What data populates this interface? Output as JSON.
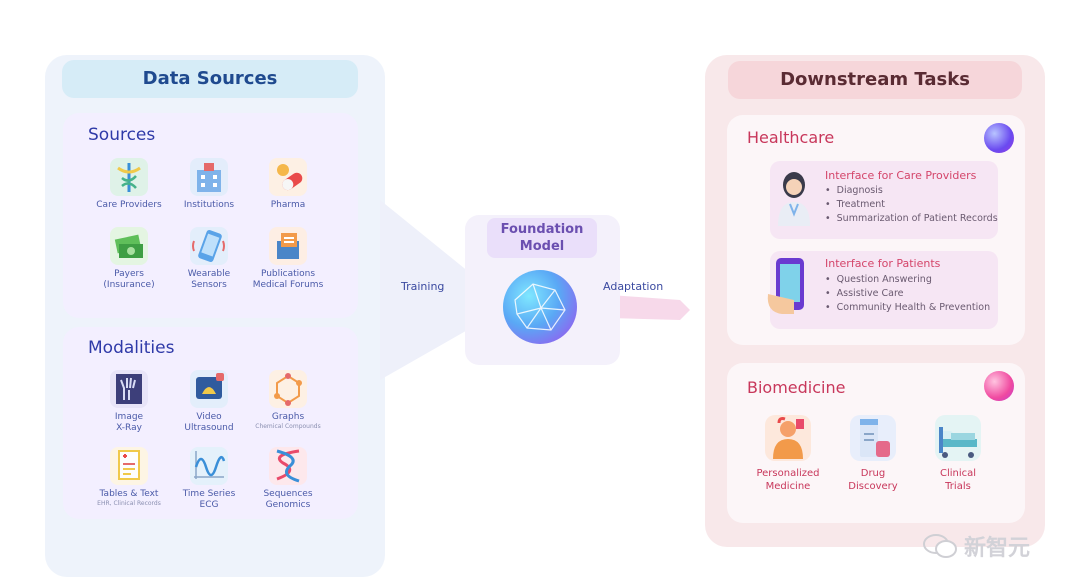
{
  "left": {
    "header": "Data Sources",
    "sources_title": "Sources",
    "sources": [
      {
        "label": "Care Providers",
        "icon": "caduceus-icon"
      },
      {
        "label": "Institutions",
        "icon": "hospital-icon"
      },
      {
        "label": "Pharma",
        "icon": "pill-icon"
      },
      {
        "label": "Payers",
        "sub": "(Insurance)",
        "icon": "money-icon"
      },
      {
        "label": "Wearable",
        "sub": "Sensors",
        "icon": "phone-icon"
      },
      {
        "label": "Publications",
        "sub": "Medical Forums",
        "icon": "book-icon"
      }
    ],
    "modalities_title": "Modalities",
    "modalities": [
      {
        "label": "Image",
        "sub": "X-Ray",
        "icon": "xray-icon"
      },
      {
        "label": "Video",
        "sub": "Ultrasound",
        "icon": "ultrasound-icon"
      },
      {
        "label": "Graphs",
        "sub": "Chemical Compounds",
        "icon": "graph-icon"
      },
      {
        "label": "Tables & Text",
        "sub": "EHR, Clinical Records",
        "icon": "document-icon"
      },
      {
        "label": "Time Series",
        "sub": "ECG",
        "icon": "waveform-icon"
      },
      {
        "label": "Sequences",
        "sub": "Genomics",
        "icon": "dna-icon"
      }
    ]
  },
  "center": {
    "title_line1": "Foundation",
    "title_line2": "Model",
    "training": "Training",
    "adaptation": "Adaptation"
  },
  "right": {
    "header": "Downstream Tasks",
    "healthcare_title": "Healthcare",
    "cards": [
      {
        "title": "Interface for Care Providers",
        "bullets": [
          "Diagnosis",
          "Treatment",
          "Summarization of Patient Records"
        ]
      },
      {
        "title": "Interface for Patients",
        "bullets": [
          "Question Answering",
          "Assistive Care",
          "Community Health & Prevention"
        ]
      }
    ],
    "biomedicine_title": "Biomedicine",
    "bio_items": [
      {
        "line1": "Personalized",
        "line2": "Medicine"
      },
      {
        "line1": "Drug",
        "line2": "Discovery"
      },
      {
        "line1": "Clinical",
        "line2": "Trials"
      }
    ]
  },
  "watermark": "新智元",
  "colors": {
    "accent_blue": "#2f3aa8",
    "accent_pink": "#c8375b",
    "model_purple": "#6b4fb0"
  }
}
